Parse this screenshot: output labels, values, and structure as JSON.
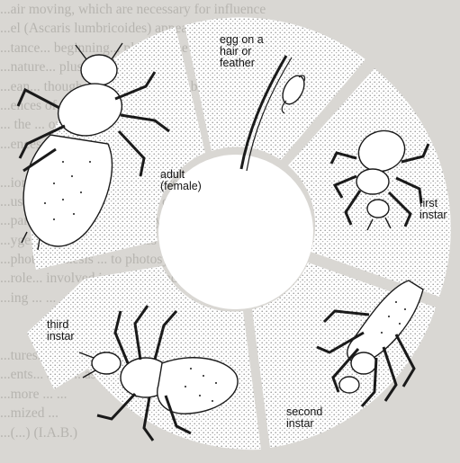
{
  "labels": {
    "egg": [
      "egg on a",
      "hair or",
      "feather"
    ],
    "adult": [
      "adult",
      "(female)"
    ],
    "first": [
      "first",
      "instar"
    ],
    "second": [
      "second",
      "instar"
    ],
    "third": [
      "third",
      "instar"
    ]
  },
  "background_text": [
    "...air moving, which are necessary for influence",
    "...el (Ascaris lumbricoides) appears first, in such",
    "...tance... beginning... plants... the limitation of",
    "...nature... plus... fixation of",
    "...ean... though ... ogen is presumably...",
    "...ences of ... phology ... less ...",
    "... the ... on ... a ... to",
    "...ences ... in ... the ...",
    "",
    "...ion... in ... mature and ... ature.",
    "...used... Bio... measurement of the",
    "...part... of system in photosynthesis using radioactive",
    "...ygen... of plants... Physics of Plants ... (1963).",
    "...photosynthesis ... to photosynthesis especially has",
    "...role... involved in... the ... and ... ores",
    "...ing ... ... ... ...",
    "",
    "",
    "...tures...",
    "...ents... and ... as ...",
    "...more ... ...",
    "...mized ...",
    "...(...) (I.A.B.)"
  ],
  "colors": {
    "ring_fill": "#ffffff",
    "ring_stipple": "#9b9b9b",
    "outline": "#1a1a1a",
    "page_bg": "#d9d7d3"
  }
}
